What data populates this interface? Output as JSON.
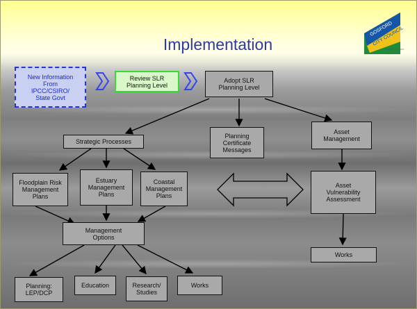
{
  "title": "Implementation",
  "logo": {
    "line1": "GOSFORD",
    "line2": "CITY COUNCIL",
    "line3": "CENTRAL COAST"
  },
  "colors": {
    "title": "#2f38a8",
    "dashed_border": "#2233dd",
    "green_border": "#33dd33",
    "chevron": "#3344ee",
    "box_fill": "#a9a9a9"
  },
  "boxes": {
    "new_info": "New Information\nFrom\nIPCC/CSIRO/\nState Govt",
    "review_slr": "Review SLR\nPlanning Level",
    "adopt_slr": "Adopt SLR\nPlanning Level",
    "strategic": "Strategic Processes",
    "planning_cert": "Planning\nCertificate\nMessages",
    "asset_mgmt": "Asset\nManagement",
    "floodplain": "Floodplain Risk\nManagement\nPlans",
    "estuary": "Estuary\nManagement\nPlans",
    "coastal": "Coastal\nManagement\nPlans",
    "asset_vuln": "Asset\nVulnerability\nAssessment",
    "mgmt_options": "Management\nOptions",
    "works_right": "Works",
    "planning_lep": "Planning:\nLEP/DCP",
    "education": "Education",
    "research": "Research/\nStudies",
    "works_bottom": "Works"
  }
}
